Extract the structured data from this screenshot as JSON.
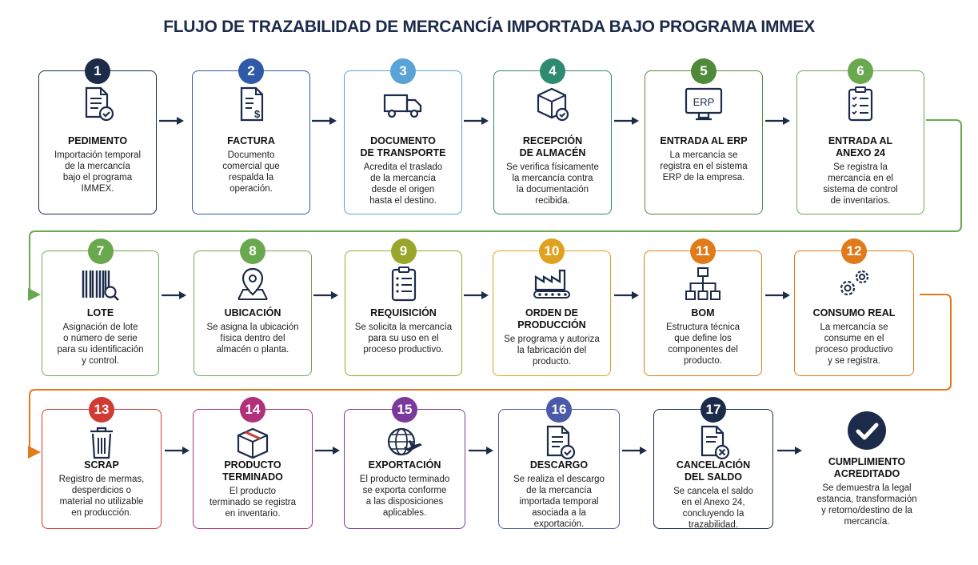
{
  "title": "FLUJO DE TRAZABILIDAD DE MERCANCÍA IMPORTADA BAJO PROGRAMA IMMEX",
  "colors": {
    "navy": "#1c2b4a",
    "blue": "#2f5aa8",
    "lightblue": "#5aa3d6",
    "teal": "#2e8b6f",
    "green": "#4e8a3a",
    "lightgreen": "#6aa84f",
    "olive": "#9aa62b",
    "amber": "#e0a020",
    "orange": "#e07a1a",
    "red": "#d03b33",
    "magenta": "#b0307a",
    "purple": "#7a3a9a",
    "indigo": "#4a5aa8"
  },
  "steps": [
    {
      "num": "1",
      "title": "PEDIMENTO",
      "desc": "Importación temporal\nde la mercancía\nbajo el programa\nIMMEX.",
      "icon": "document-check-icon",
      "color": "#1c2b4a"
    },
    {
      "num": "2",
      "title": "FACTURA",
      "desc": "Documento\ncomercial que\nrespalda la\noperación.",
      "icon": "invoice-icon",
      "color": "#2f5aa8"
    },
    {
      "num": "3",
      "title": "DOCUMENTO\nDE TRANSPORTE",
      "desc": "Acredita el traslado\nde la mercancía\ndesde el origen\nhasta el destino.",
      "icon": "truck-icon",
      "color": "#5aa3d6"
    },
    {
      "num": "4",
      "title": "RECEPCIÓN\nDE ALMACÉN",
      "desc": "Se verifica físicamente\nla mercancía contra\nla documentación\nrecibida.",
      "icon": "box-check-icon",
      "color": "#2e8b6f"
    },
    {
      "num": "5",
      "title": "ENTRADA AL ERP",
      "desc": "La mercancía se\nregistra en el sistema\nERP de la empresa.",
      "icon": "erp-monitor-icon",
      "color": "#4e8a3a"
    },
    {
      "num": "6",
      "title": "ENTRADA AL\nANEXO 24",
      "desc": "Se registra la\nmercancía en el\nsistema de control\nde inventarios.",
      "icon": "clipboard-checklist-icon",
      "color": "#6aa84f"
    },
    {
      "num": "7",
      "title": "LOTE",
      "desc": "Asignación de lote\no número de serie\npara su identificación\ny control.",
      "icon": "barcode-search-icon",
      "color": "#6aa84f"
    },
    {
      "num": "8",
      "title": "UBICACIÓN",
      "desc": "Se asigna la ubicación\nfísica dentro del\nalmacén o planta.",
      "icon": "map-pin-icon",
      "color": "#6aa84f"
    },
    {
      "num": "9",
      "title": "REQUISICIÓN",
      "desc": "Se solicita la mercancía\npara su uso en el\nproceso productivo.",
      "icon": "clipboard-list-icon",
      "color": "#9aa62b"
    },
    {
      "num": "10",
      "title": "ORDEN DE\nPRODUCCIÓN",
      "desc": "Se programa y autoriza\nla fabricación del\nproducto.",
      "icon": "factory-icon",
      "color": "#e0a020"
    },
    {
      "num": "11",
      "title": "BOM",
      "desc": "Estructura técnica\nque define los\ncomponentes del\nproducto.",
      "icon": "hierarchy-icon",
      "color": "#e07a1a"
    },
    {
      "num": "12",
      "title": "CONSUMO REAL",
      "desc": "La mercancía se\nconsume en el\nproceso productivo\ny se registra.",
      "icon": "gears-icon",
      "color": "#e07a1a"
    },
    {
      "num": "13",
      "title": "SCRAP",
      "desc": "Registro de mermas,\ndesperdicios o\nmaterial no utilizable\nen producción.",
      "icon": "trash-icon",
      "color": "#d03b33"
    },
    {
      "num": "14",
      "title": "PRODUCTO\nTERMINADO",
      "desc": "El producto\nterminado se registra\nen inventario.",
      "icon": "package-icon",
      "color": "#b0307a"
    },
    {
      "num": "15",
      "title": "EXPORTACIÓN",
      "desc": "El producto terminado\nse exporta conforme\na las disposiciones\naplicables.",
      "icon": "globe-plane-icon",
      "color": "#7a3a9a"
    },
    {
      "num": "16",
      "title": "DESCARGO",
      "desc": "Se realiza el descargo\nde la mercancía\nimportada temporal\nasociada a la\nexportación.",
      "icon": "document-check-icon",
      "color": "#4a5aa8"
    },
    {
      "num": "17",
      "title": "CANCELACIÓN\nDEL SALDO",
      "desc": "Se cancela el saldo\nen el Anexo 24,\nconcluyendo la\ntrazabilidad.",
      "icon": "document-x-icon",
      "color": "#1c2b4a"
    }
  ],
  "final": {
    "title": "CUMPLIMIENTO\nACREDITADO",
    "desc": "Se demuestra la legal\nestancia, transformación\ny retorno/destino de la\nmercancía.",
    "icon": "checkmark-circle-icon",
    "color": "#1c2b4a"
  }
}
